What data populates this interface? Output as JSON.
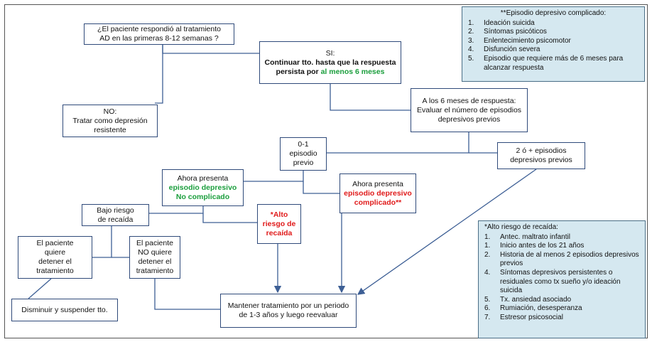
{
  "nodes": {
    "question": [
      "¿El paciente respondió al tratamiento",
      "AD en las primeras 8-12 semanas ?"
    ],
    "yes_label": "SI:",
    "yes_text_a": "Continuar tto. hasta que la respuesta",
    "yes_text_b": "persista por ",
    "yes_text_c": "al menos 6 meses",
    "no_label": "NO:",
    "no_text": [
      "Tratar como depresión",
      "resistente"
    ],
    "six_months": [
      "A los 6 meses de respuesta:",
      "Evaluar el número de episodios",
      "depresivos previos"
    ],
    "zero_one": [
      "0-1",
      "episodio",
      "previo"
    ],
    "two_plus": [
      "2 ó + episodios",
      "depresivos previos"
    ],
    "uncomplicated_a": "Ahora presenta",
    "uncomplicated_b": "episodio depresivo",
    "uncomplicated_c": "No complicado",
    "complicated_a": "Ahora presenta",
    "complicated_b": "episodio depresivo",
    "complicated_c": "complicado**",
    "low_risk": [
      "Bajo riesgo",
      "de recaída"
    ],
    "high_risk": [
      "*Alto",
      "riesgo de",
      "recaída"
    ],
    "wants_stop": [
      "El paciente",
      "quiere",
      "detener el",
      "tratamiento"
    ],
    "not_stop": [
      "El paciente",
      "NO quiere",
      "detener el",
      "tratamiento"
    ],
    "taper": "Disminuir y suspender tto.",
    "maintain": [
      "Mantener tratamiento por un periodo",
      "de 1-3 años y luego reevaluar"
    ]
  },
  "complicated_box": {
    "title": "**Episodio depresivo complicado:",
    "items": [
      {
        "n": "1.",
        "text": "Ideación suicida"
      },
      {
        "n": "2.",
        "text": "Síntomas psicóticos"
      },
      {
        "n": "3.",
        "text": "Enlentecimiento psicomotor"
      },
      {
        "n": "4.",
        "text": "Disfunción severa"
      },
      {
        "n": "5.",
        "text": "Episodio que requiere más de 6 meses para alcanzar respuesta"
      }
    ]
  },
  "risk_box": {
    "title": "*Alto riesgo de recaída:",
    "items": [
      {
        "n": "1.",
        "text": "Antec. maltrato infantil"
      },
      {
        "n": "1.",
        "text": "Inicio antes de los 21 años"
      },
      {
        "n": "2.",
        "text": "Historia de al menos 2 episodios depresivos previos"
      },
      {
        "n": "4.",
        "text": "Síntomas depresivos persistentes o residuales como tx sueño y/o ideación suicida"
      },
      {
        "n": "5.",
        "text": "Tx. ansiedad asociado"
      },
      {
        "n": "6.",
        "text": "Rumiación, desesperanza"
      },
      {
        "n": "7.",
        "text": "Estresor psicosocial"
      }
    ]
  },
  "colors": {
    "border": "#2f4a7a",
    "green": "#1a9e3c",
    "red": "#e01a1a",
    "panel": "#d5e8f0"
  }
}
